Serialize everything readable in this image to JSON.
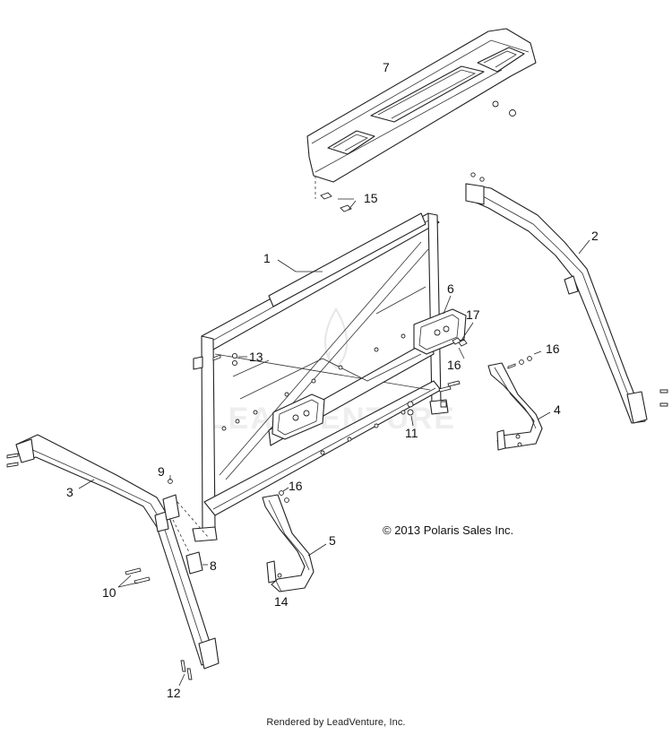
{
  "callouts": {
    "c1": "1",
    "c2": "2",
    "c3": "3",
    "c4": "4",
    "c5": "5",
    "c6": "6",
    "c7": "7",
    "c8": "8",
    "c9": "9",
    "c10": "10",
    "c11": "11",
    "c12": "12",
    "c13": "13",
    "c14": "14",
    "c15": "15",
    "c16a": "16",
    "c16b": "16",
    "c16c": "16",
    "c17": "17"
  },
  "copyright": "© 2013 Polaris Sales Inc.",
  "footer": "Rendered by LeadVenture, Inc.",
  "watermark_text": "LEADVENTURE"
}
